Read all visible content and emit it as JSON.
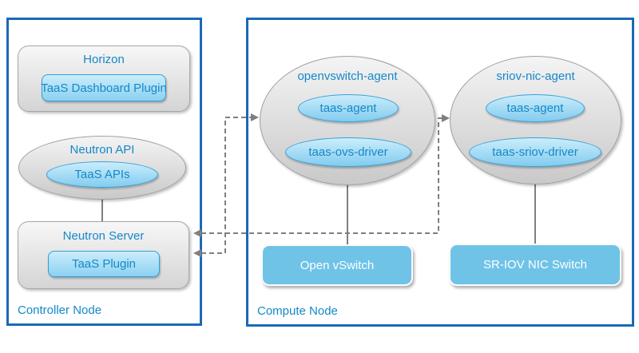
{
  "controller": {
    "label": "Controller Node",
    "horizon_title": "Horizon",
    "horizon_inner": "TaaS Dashboard Plugin",
    "api_title": "Neutron API",
    "api_inner": "TaaS APIs",
    "server_title": "Neutron Server",
    "server_inner": "TaaS Plugin"
  },
  "compute": {
    "label": "Compute Node",
    "ovs": {
      "title": "openvswitch-agent",
      "agent": "taas-agent",
      "driver": "taas-ovs-driver",
      "switch_label": "Open vSwitch"
    },
    "sriov": {
      "title": "sriov-nic-agent",
      "agent": "taas-agent",
      "driver": "taas-sriov-driver",
      "switch_label": "SR-IOV NIC Switch"
    }
  },
  "colors": {
    "node_border": "#1A6AB5",
    "label_text": "#1588C8",
    "switch_fill": "#6FC3E7",
    "blue_shape_border": "#2E9FD8",
    "gray_shape_border": "#A6A6A6",
    "connector": "#7F7F7F"
  }
}
